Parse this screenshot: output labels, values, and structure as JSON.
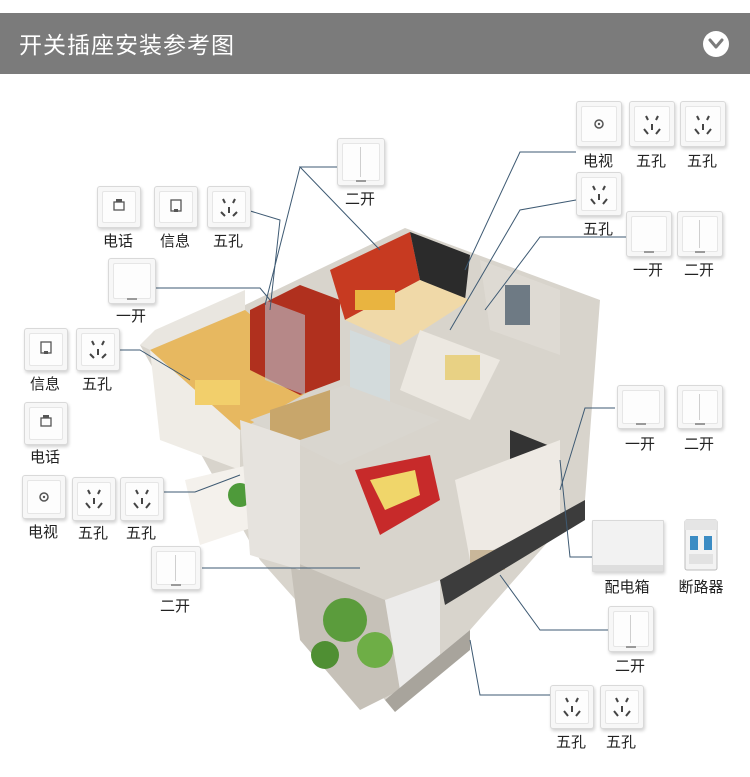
{
  "header": {
    "title": "开关插座安装参考图",
    "expand_icon": "chevron-down-icon",
    "colors": {
      "bar": "#7b7b7b",
      "text": "#ffffff"
    }
  },
  "labels": {
    "tv_top": "电视",
    "five_top_a": "五孔",
    "five_top_b": "五孔",
    "two_gang_top": "二开",
    "five_mid_top": "五孔",
    "one_gang_right_upper": "一开",
    "two_gang_right_upper": "二开",
    "phone_left": "电话",
    "info_left": "信息",
    "five_left": "五孔",
    "one_gang_left": "一开",
    "info_side": "信息",
    "five_side": "五孔",
    "phone_side": "电话",
    "tv_side": "电视",
    "five_side_a": "五孔",
    "five_side_b": "五孔",
    "two_gang_bottom_left": "二开",
    "one_gang_right_lower": "一开",
    "two_gang_right_lower": "二开",
    "distribution_box": "配电箱",
    "circuit_breaker": "断路器",
    "two_gang_bottom_right": "二开",
    "five_bottom_a": "五孔",
    "five_bottom_b": "五孔"
  }
}
